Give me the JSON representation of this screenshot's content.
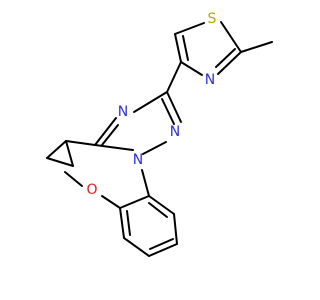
{
  "molecule": {
    "atoms": {
      "n4": {
        "symbol": "N",
        "color": "#2f2fd9"
      },
      "n2": {
        "symbol": "N",
        "color": "#2f2fd9"
      },
      "n1": {
        "symbol": "N",
        "color": "#2f2fd9"
      },
      "s1": {
        "symbol": "S",
        "color": "#b8a600"
      },
      "n3": {
        "symbol": "N",
        "color": "#2f2fd9"
      },
      "o1": {
        "symbol": "O",
        "color": "#e02020"
      }
    },
    "bond_color": "#000000"
  }
}
